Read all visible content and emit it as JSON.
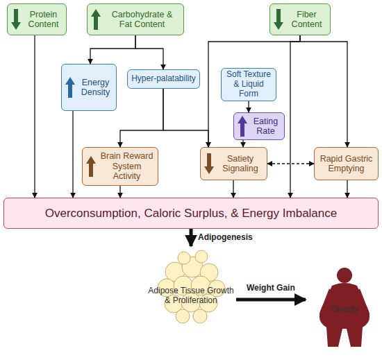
{
  "diagram": {
    "nodes": [
      {
        "text": [
          "Protein Content"
        ]
      },
      {
        "text": [
          "Carbohydrate & Fat Content"
        ]
      },
      {
        "text": [
          "Fiber Content"
        ]
      },
      {
        "text": [
          "Energy Density"
        ]
      },
      {
        "text": [
          "Hyper-palatability"
        ]
      },
      {
        "text": [
          "Soft Texture & Liquid Form"
        ]
      },
      {
        "text": [
          "Eating Rate"
        ]
      },
      {
        "text": [
          "Brain Reward System Activity"
        ]
      },
      {
        "text": [
          "Satiety Signaling"
        ]
      },
      {
        "text": [
          "Rapid Gastric Emptying"
        ]
      },
      {
        "text": [
          "Overconsumption, Caloric Surplus, & Energy Imbalance"
        ]
      },
      {
        "text": [
          "Adipose Tissue Growth & Proliferation"
        ]
      },
      {
        "text": [
          "Obesity"
        ]
      }
    ],
    "edges": [
      {
        "from": 0,
        "to": 10,
        "arrow": "to"
      },
      {
        "from": 1,
        "to": 3,
        "arrow": "to"
      },
      {
        "from": 1,
        "to": 4,
        "arrow": "to"
      },
      {
        "from": 3,
        "to": 10,
        "arrow": "to"
      },
      {
        "from": 4,
        "to": 7,
        "arrow": "to"
      },
      {
        "from": 4,
        "to": 8,
        "arrow": "to"
      },
      {
        "from": 2,
        "to": 8,
        "arrow": "to"
      },
      {
        "from": 2,
        "to": 10,
        "arrow": "to"
      },
      {
        "from": 2,
        "to": 9,
        "arrow": "to"
      },
      {
        "from": 5,
        "to": 6,
        "arrow": "to"
      },
      {
        "from": 6,
        "to": 8,
        "arrow": "to"
      },
      {
        "from": 7,
        "to": 10,
        "arrow": "to"
      },
      {
        "from": 8,
        "to": 10,
        "arrow": "to"
      },
      {
        "from": 9,
        "to": 10,
        "arrow": "to"
      },
      {
        "from": 8,
        "to": 9,
        "arrow": "both"
      },
      {
        "from": 10,
        "to": 11,
        "label": "Adipogenesis",
        "arrow": "to"
      },
      {
        "from": 11,
        "to": 12,
        "label": "Weight Gain",
        "arrow": "to"
      }
    ]
  }
}
